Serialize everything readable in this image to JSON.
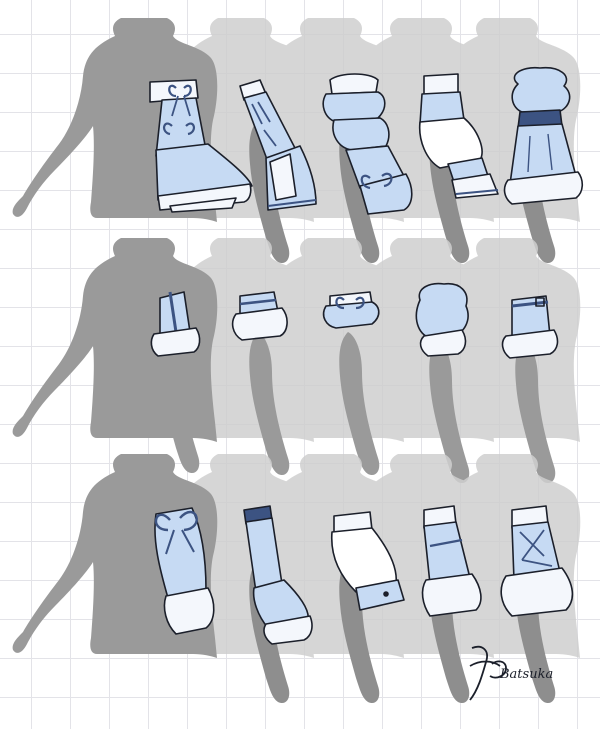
{
  "artwork": {
    "rows": [
      {
        "sleeves": [
          {
            "name": "ruffled-bell-sleeve-with-bow"
          },
          {
            "name": "laced-flared-sleeve"
          },
          {
            "name": "tiered-puff-sleeve-with-bow"
          },
          {
            "name": "white-bishop-sleeve"
          },
          {
            "name": "corset-puff-sleeve"
          }
        ]
      },
      {
        "sleeves": [
          {
            "name": "short-belted-ruffle-sleeve"
          },
          {
            "name": "short-cuff-ruffle-sleeve"
          },
          {
            "name": "short-bow-puff-sleeve"
          },
          {
            "name": "short-balloon-sleeve"
          },
          {
            "name": "short-buckle-ruffle-sleeve"
          }
        ]
      },
      {
        "sleeves": [
          {
            "name": "bow-bishop-sleeve"
          },
          {
            "name": "fitted-flare-sleeve"
          },
          {
            "name": "cuffed-bishop-sleeve"
          },
          {
            "name": "tiered-frill-sleeve"
          },
          {
            "name": "laced-tiered-sleeve"
          }
        ]
      }
    ]
  },
  "colors": {
    "mannequin": "#9a9a9a",
    "mannequin_faded": "#c4c4c4",
    "sleeve_fill": "#c6daf3",
    "sleeve_shade": "#a9c3e6",
    "ruffle": "#f4f7fc",
    "outline": "#1b1f2a",
    "bow": "#3c5382"
  },
  "signature_text": "Batsuka"
}
